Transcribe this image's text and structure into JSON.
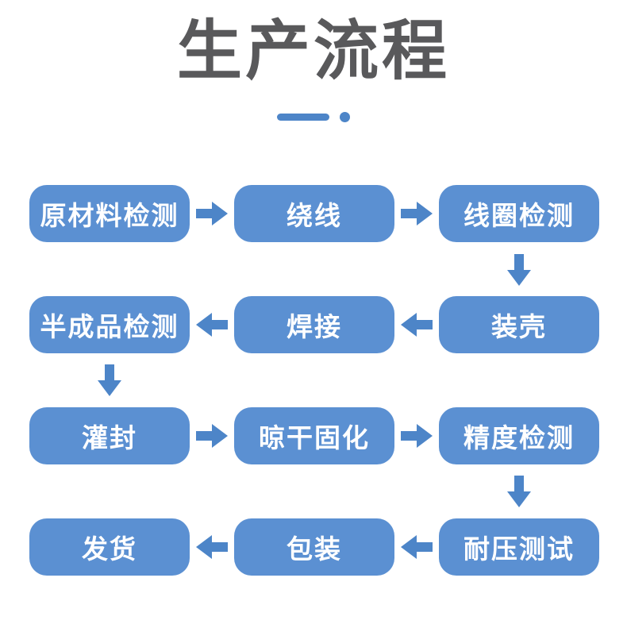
{
  "page": {
    "title": "生产流程"
  },
  "colors": {
    "accent": "#4D85C8",
    "box": "#5B90D2",
    "title": "#59595B",
    "background": "#FFFFFF",
    "box_text": "#FFFFFF"
  },
  "flow": {
    "rows": [
      {
        "boxes": [
          "原材料检测",
          "绕线",
          "线圈检测"
        ],
        "direction": "right"
      },
      {
        "boxes": [
          "半成品检测",
          "焊接",
          "装壳"
        ],
        "direction": "left"
      },
      {
        "boxes": [
          "灌封",
          "晾干固化",
          "精度检测"
        ],
        "direction": "right"
      },
      {
        "boxes": [
          "发货",
          "包装",
          "耐压测试"
        ],
        "direction": "left"
      }
    ],
    "connectors": [
      {
        "from": "线圈检测",
        "to": "装壳",
        "direction": "down"
      },
      {
        "from": "半成品检测",
        "to": "灌封",
        "direction": "down"
      },
      {
        "from": "精度检测",
        "to": "耐压测试",
        "direction": "down"
      }
    ]
  }
}
